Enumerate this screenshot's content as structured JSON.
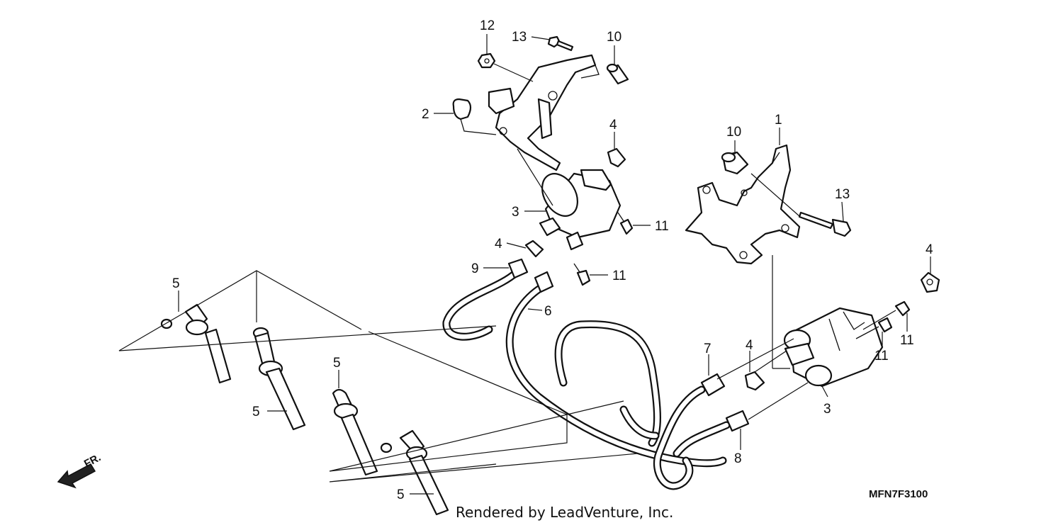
{
  "diagram_code": "MFN7F3100",
  "footer": "Rendered by LeadVenture, Inc.",
  "front_marker": "FR.",
  "callouts": {
    "c12": "12",
    "c13a": "13",
    "c10a": "10",
    "c2": "2",
    "c4a": "4",
    "c10b": "10",
    "c1": "1",
    "c13b": "13",
    "c3a": "3",
    "c11a": "11",
    "c4b": "4",
    "c9": "9",
    "c11b": "11",
    "c4c": "4",
    "c5a": "5",
    "c6": "6",
    "c11c": "11",
    "c11d": "11",
    "c7": "7",
    "c4d": "4",
    "c3b": "3",
    "c5b": "5",
    "c5c": "5",
    "c8": "8",
    "c5d": "5"
  }
}
